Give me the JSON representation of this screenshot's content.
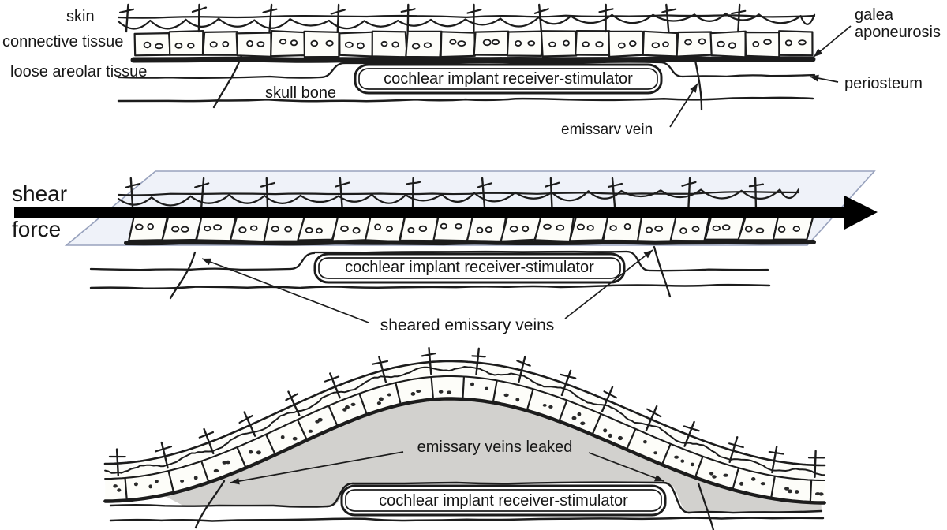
{
  "panels": {
    "top": {
      "labels": {
        "skin": "skin",
        "connective_tissue": "connective tissue",
        "loose_areolar_tissue": "loose areolar tissue",
        "skull_bone": "skull bone",
        "implant": "cochlear implant receiver-stimulator",
        "galea_aponeurosis": "galea\naponeurosis",
        "periosteum": "periosteum",
        "emissary_vein": "emissary vein"
      }
    },
    "middle": {
      "labels": {
        "shear": "shear",
        "force": "force",
        "implant": "cochlear implant receiver-stimulator",
        "sheared_emissary_veins": "sheared emissary veins"
      }
    },
    "bottom": {
      "labels": {
        "emissary_veins_leaked": "emissary veins leaked",
        "implant": "cochlear implant receiver-stimulator"
      }
    }
  },
  "colors": {
    "ink": "#1c1c1c",
    "cell_fill": "#fdfdf9",
    "dome_fill": "#d2d1ce",
    "plane_fill": "#eff2f9",
    "plane_border": "#98a2bd",
    "shear_arrow": "#000000",
    "paper": "#ffffff"
  }
}
